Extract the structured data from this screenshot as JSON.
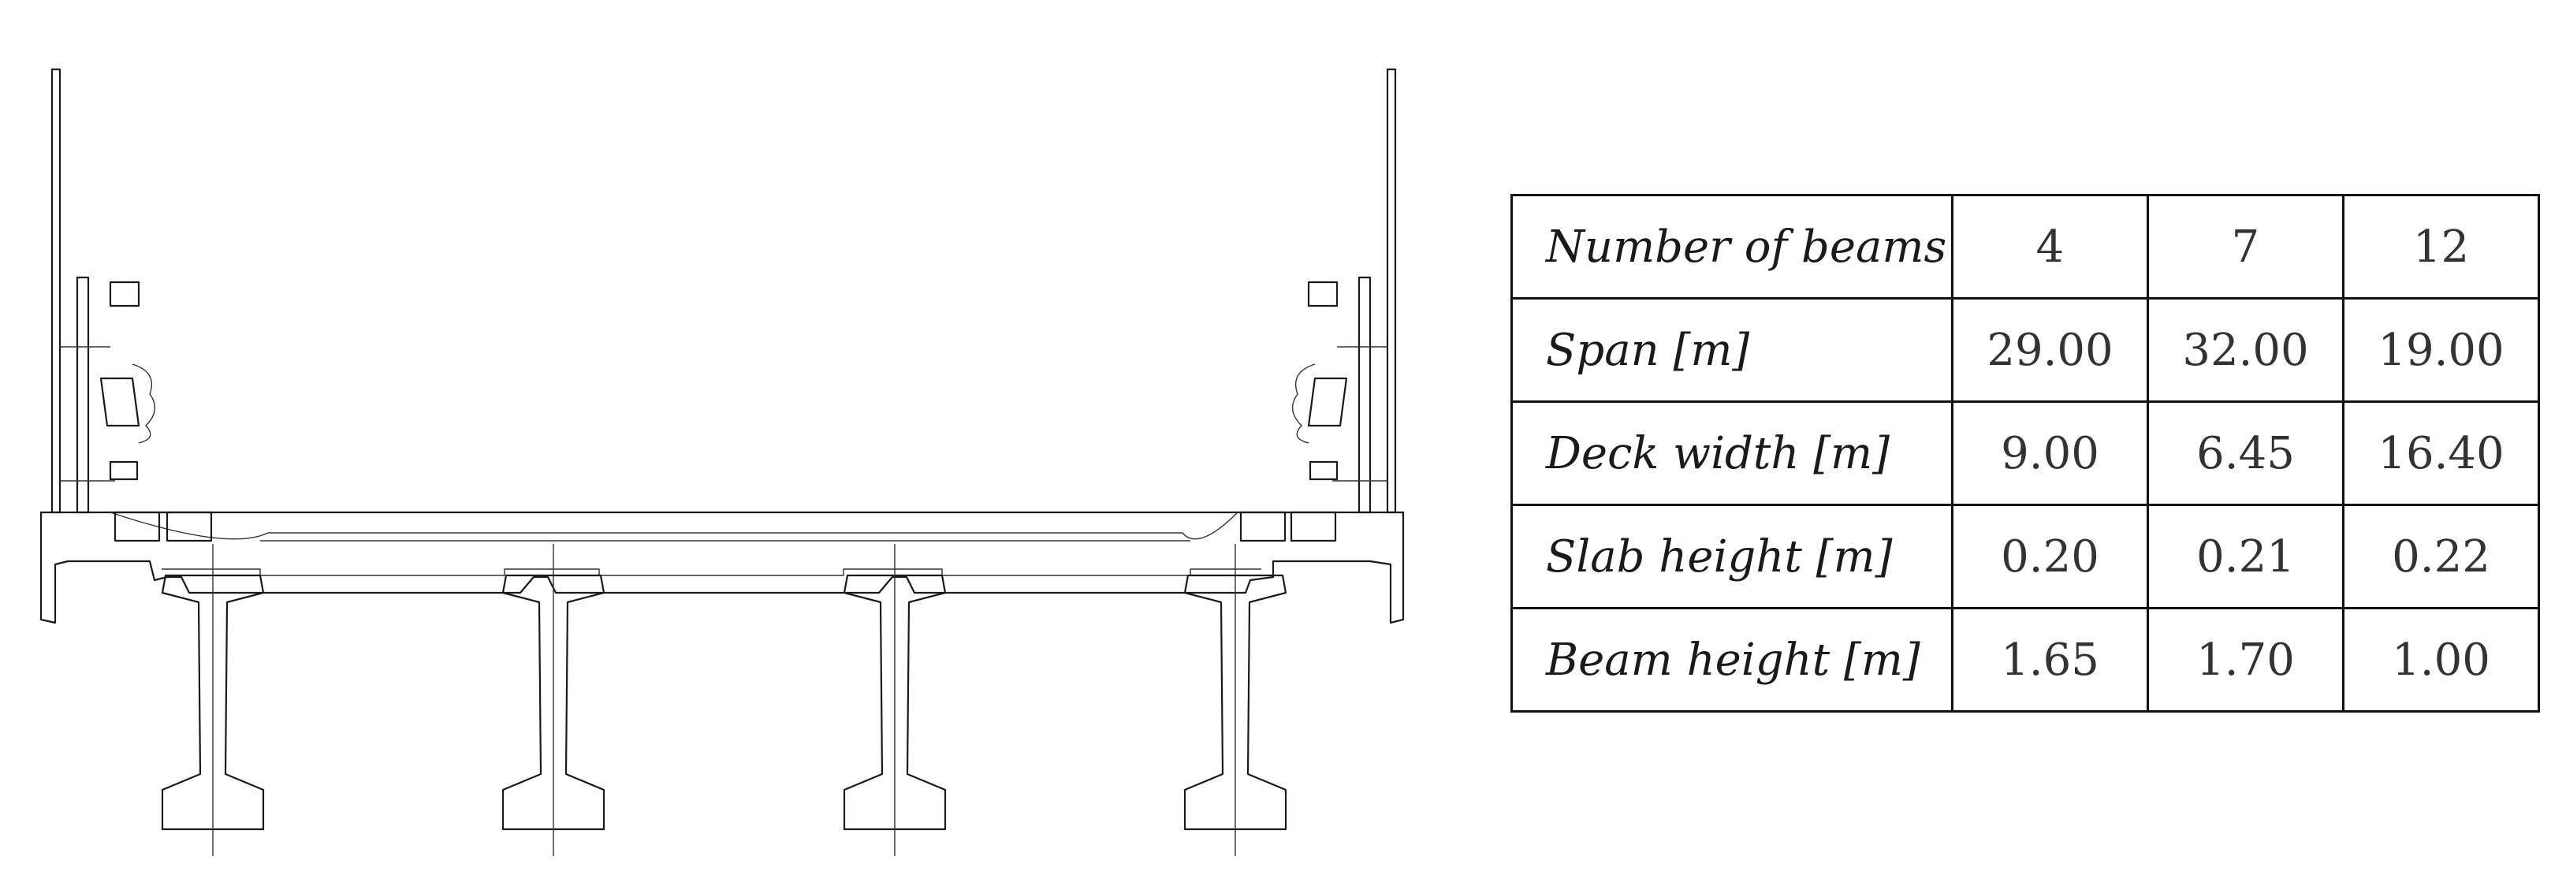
{
  "table": {
    "columns": [
      "4",
      "7",
      "12"
    ],
    "rows": [
      {
        "label": "Span [m]",
        "values": [
          "29.00",
          "32.00",
          "19.00"
        ]
      },
      {
        "label": "Deck width [m]",
        "values": [
          "9.00",
          "6.45",
          "16.40"
        ]
      },
      {
        "label": "Slab height [m]",
        "values": [
          "0.20",
          "0.21",
          "0.22"
        ]
      },
      {
        "label": "Beam height [m]",
        "values": [
          "1.65",
          "1.70",
          "1.00"
        ]
      }
    ],
    "header_label": "Number of beams"
  }
}
